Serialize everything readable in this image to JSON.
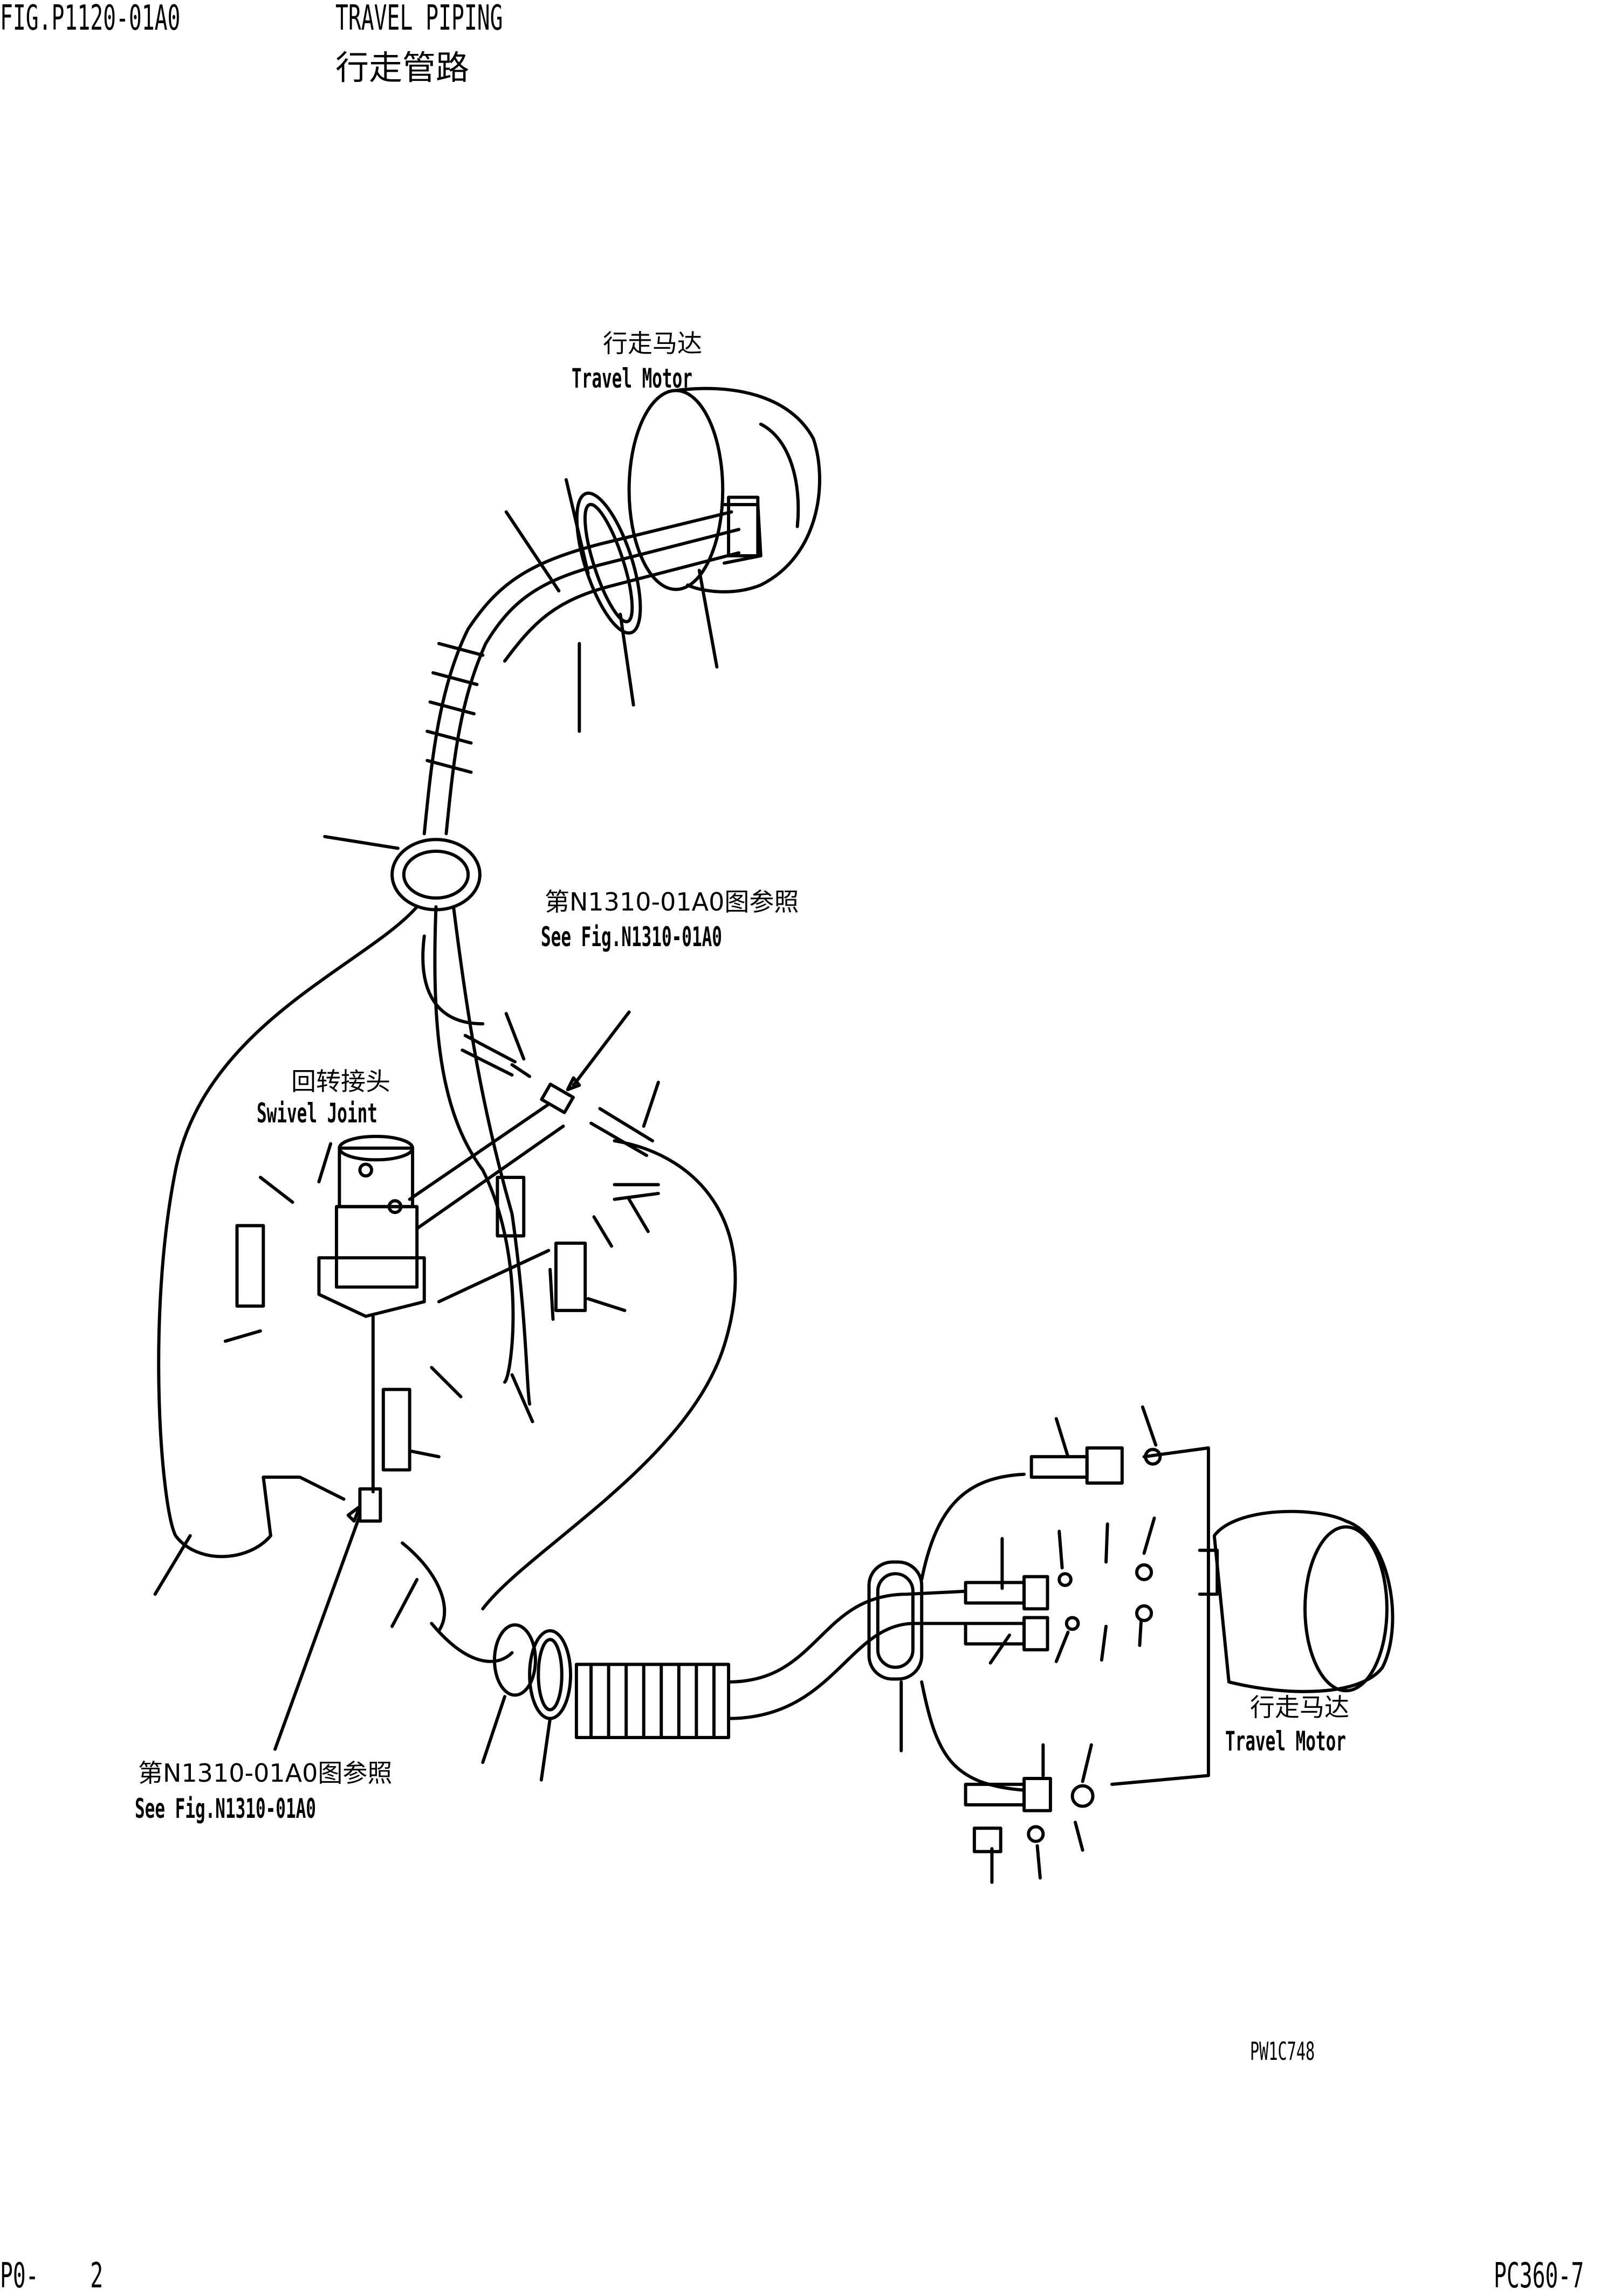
{
  "header": {
    "figure_number": "FIG.P1120-01A0",
    "title_en": "TRAVEL PIPING",
    "title_cn": "行走管路"
  },
  "callouts": {
    "travel_motor_top": {
      "cn": "行走马达",
      "en": "Travel Motor"
    },
    "see_fig_top": {
      "cn": "第N1310-01A0图参照",
      "en": "See Fig.N1310-01A0"
    },
    "swivel_joint": {
      "cn": "回转接头",
      "en": "Swivel Joint"
    },
    "see_fig_bottom": {
      "cn": "第N1310-01A0图参照",
      "en": "See Fig.N1310-01A0"
    },
    "travel_motor_right": {
      "cn": "行走马达",
      "en": "Travel Motor"
    }
  },
  "drawing_code": "PW1C748",
  "footer": {
    "page": "P0-    2",
    "model": "PC360-7"
  }
}
